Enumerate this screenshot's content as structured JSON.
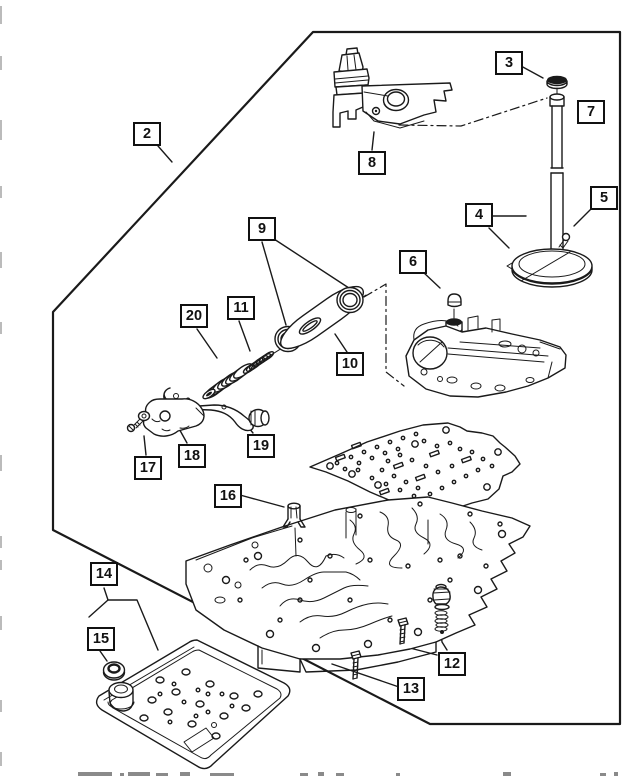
{
  "figure_type": "exploded-parts-diagram",
  "callouts": [
    {
      "label": "2"
    },
    {
      "label": "3"
    },
    {
      "label": "4"
    },
    {
      "label": "5"
    },
    {
      "label": "6"
    },
    {
      "label": "7"
    },
    {
      "label": "8"
    },
    {
      "label": "9"
    },
    {
      "label": "10"
    },
    {
      "label": "11"
    },
    {
      "label": "12"
    },
    {
      "label": "13"
    },
    {
      "label": "14"
    },
    {
      "label": "15"
    },
    {
      "label": "16"
    },
    {
      "label": "17"
    },
    {
      "label": "18"
    },
    {
      "label": "19"
    },
    {
      "label": "20"
    }
  ],
  "colors": {
    "line-color": "#1a1a1a",
    "background-color": "#ffffff"
  }
}
